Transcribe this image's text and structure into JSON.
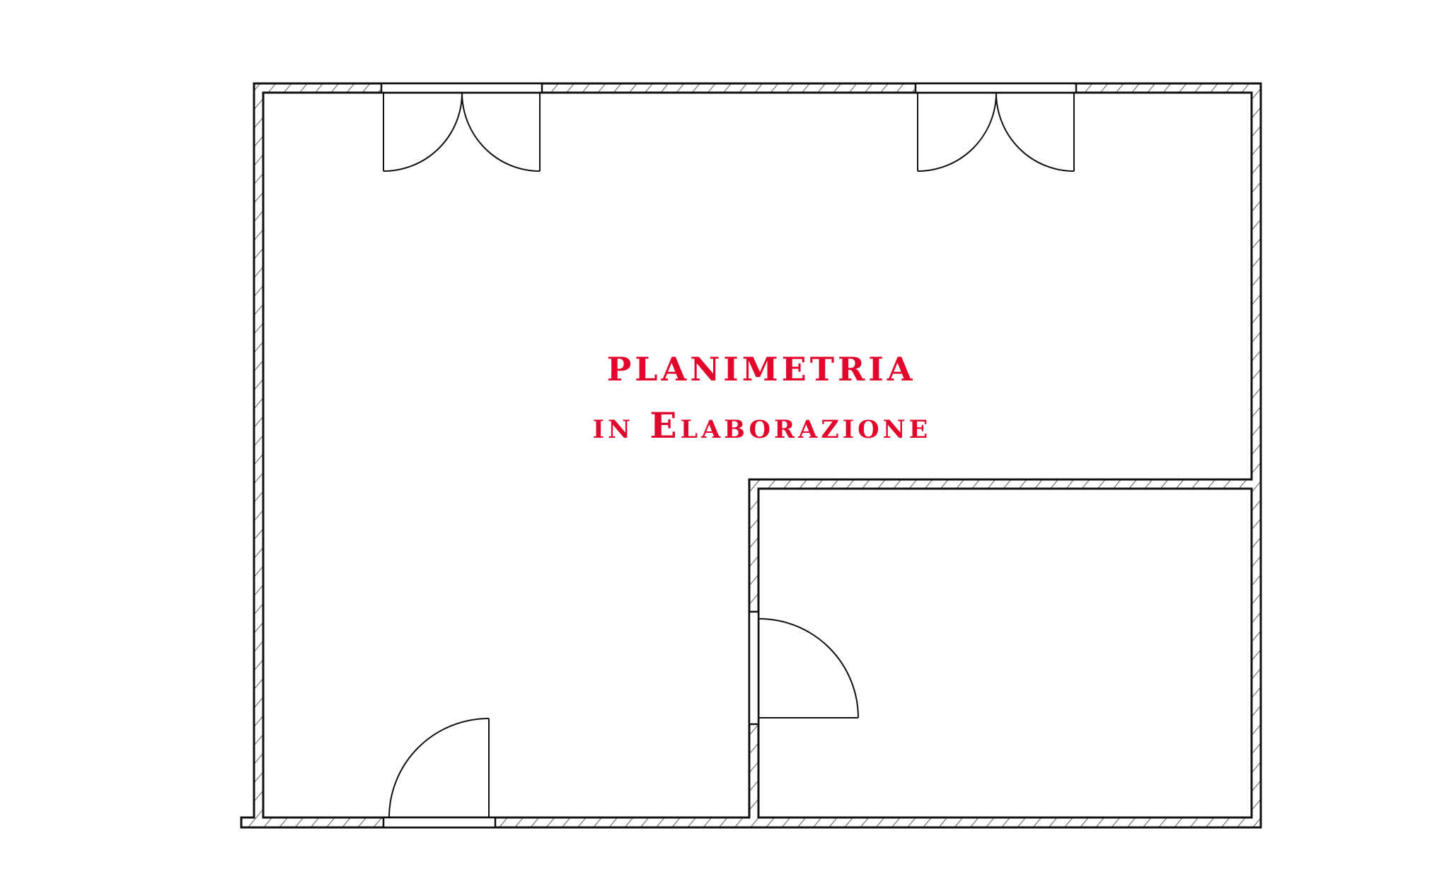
{
  "drawing": {
    "title_line1": "PLANIMETRIA",
    "title_line2": "in Elaborazione",
    "title_color": "#e2062c",
    "line_color": "#111111",
    "background": "#ffffff"
  },
  "rooms": [
    {
      "name": "main-room",
      "shape": "L-shaped"
    },
    {
      "name": "small-room",
      "position": "bottom-right"
    }
  ],
  "doors": [
    {
      "name": "double-door-top-left",
      "type": "double-swing"
    },
    {
      "name": "double-door-top-right",
      "type": "double-swing"
    },
    {
      "name": "entrance-door-bottom",
      "type": "single-swing"
    },
    {
      "name": "interior-door",
      "type": "single-swing"
    }
  ]
}
